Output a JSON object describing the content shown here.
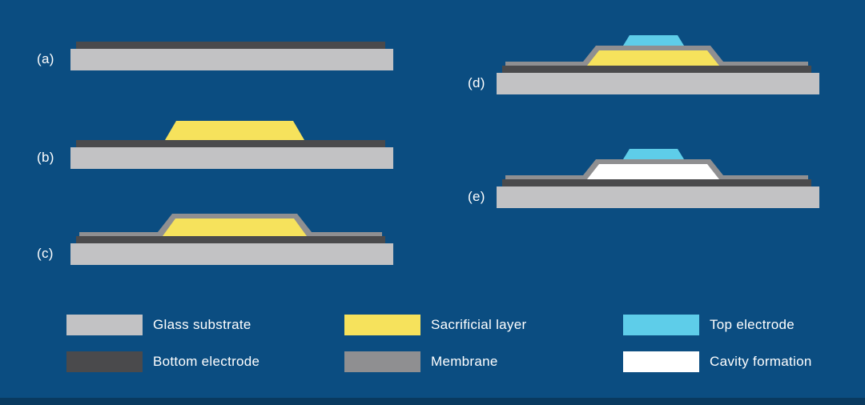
{
  "colors": {
    "background": "#0b4d81",
    "footer_bar": "#093a60",
    "glass_substrate": "#c2c2c4",
    "bottom_electrode": "#4a4a4c",
    "sacrificial_layer": "#f6e25c",
    "membrane": "#8f8f91",
    "top_electrode": "#5ecde9",
    "cavity": "#ffffff",
    "text": "#ffffff"
  },
  "panels": {
    "a": {
      "label": "(a)"
    },
    "b": {
      "label": "(b)"
    },
    "c": {
      "label": "(c)"
    },
    "d": {
      "label": "(d)"
    },
    "e": {
      "label": "(e)"
    }
  },
  "legend": {
    "items": [
      {
        "name": "glass-substrate",
        "label": "Glass substrate"
      },
      {
        "name": "bottom-electrode",
        "label": "Bottom electrode"
      },
      {
        "name": "sacrificial-layer",
        "label": "Sacrificial layer"
      },
      {
        "name": "membrane",
        "label": "Membrane"
      },
      {
        "name": "top-electrode",
        "label": "Top electrode"
      },
      {
        "name": "cavity-formation",
        "label": "Cavity formation"
      }
    ]
  }
}
